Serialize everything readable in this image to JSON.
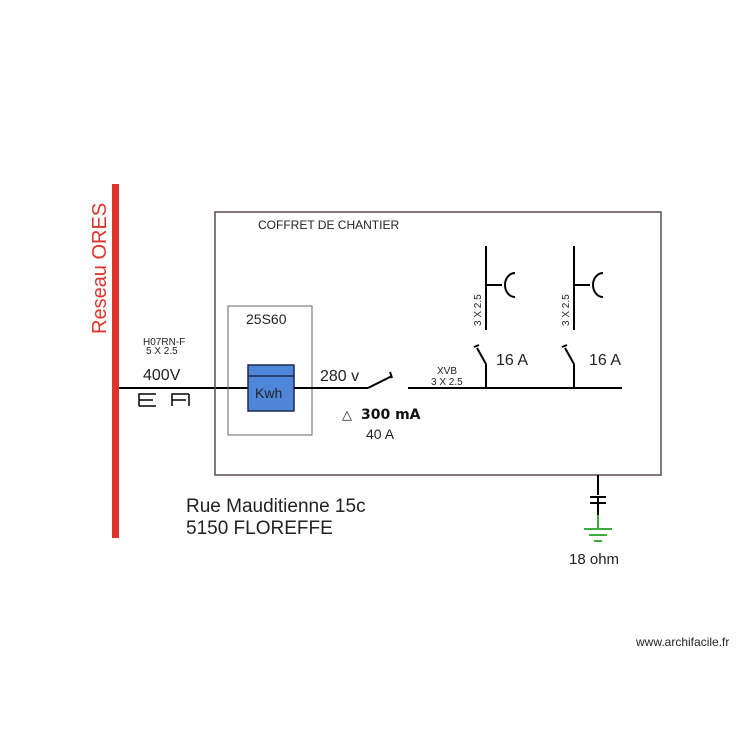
{
  "network_label": "Reseau ORES",
  "cable": {
    "type": "H07RN-F",
    "section": "5 X 2.5",
    "voltage": "400V"
  },
  "box_title": "COFFRET DE CHANTIER",
  "meter": {
    "reference": "25S60",
    "label": "Kwh"
  },
  "main_breaker": {
    "voltage": "280 v",
    "differential": "300 mA",
    "rating": "40 A"
  },
  "bus_cable": {
    "type": "XVB",
    "section": "3 X 2.5"
  },
  "outlets": [
    {
      "section": "3 X 2.5",
      "rating": "16 A"
    },
    {
      "section": "3 X 2.5",
      "rating": "16 A"
    }
  ],
  "earth": {
    "resistance": "18 ohm"
  },
  "address": {
    "line1": "Rue Mauditienne 15c",
    "line2": "5150 FLOREFFE"
  },
  "watermark": "www.archifacile.fr",
  "colors": {
    "network_bar": "#e0332b",
    "meter_fill": "#4f86d9",
    "earth": "#3faa3f",
    "box_border": "#5a4a4a"
  }
}
